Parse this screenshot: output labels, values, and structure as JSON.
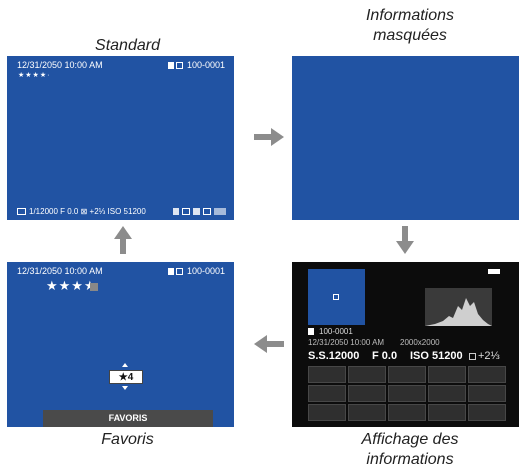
{
  "captions": {
    "standard": "Standard",
    "hidden_line1": "Informations",
    "hidden_line2": "masquées",
    "favorites": "Favoris",
    "info_line1": "Affichage des",
    "info_line2": "informations"
  },
  "standard_screen": {
    "datetime": "12/31/2050 10:00 AM",
    "file_number": "100-0001",
    "rating": "★★★★·",
    "bottom_info": "1/12000   F 0.0   ⊠ +2⅓   ISO 51200"
  },
  "favorites_screen": {
    "datetime": "12/31/2050 10:00 AM",
    "file_number": "100-0001",
    "rating_stars": "★★★★",
    "rating_value": "★4",
    "bar_label": "FAVORIS"
  },
  "info_screen": {
    "file_number": "100-0001",
    "datetime": "12/31/2050 10:00 AM",
    "resolution": "2000x2000",
    "shutter": "S.S.12000",
    "aperture": "F 0.0",
    "iso": "ISO 51200",
    "exposure_comp": "+2⅓"
  },
  "colors": {
    "screen_blue": "#2153a3",
    "arrow_gray": "#8c8c8c",
    "info_bg": "#0c0c0c"
  }
}
